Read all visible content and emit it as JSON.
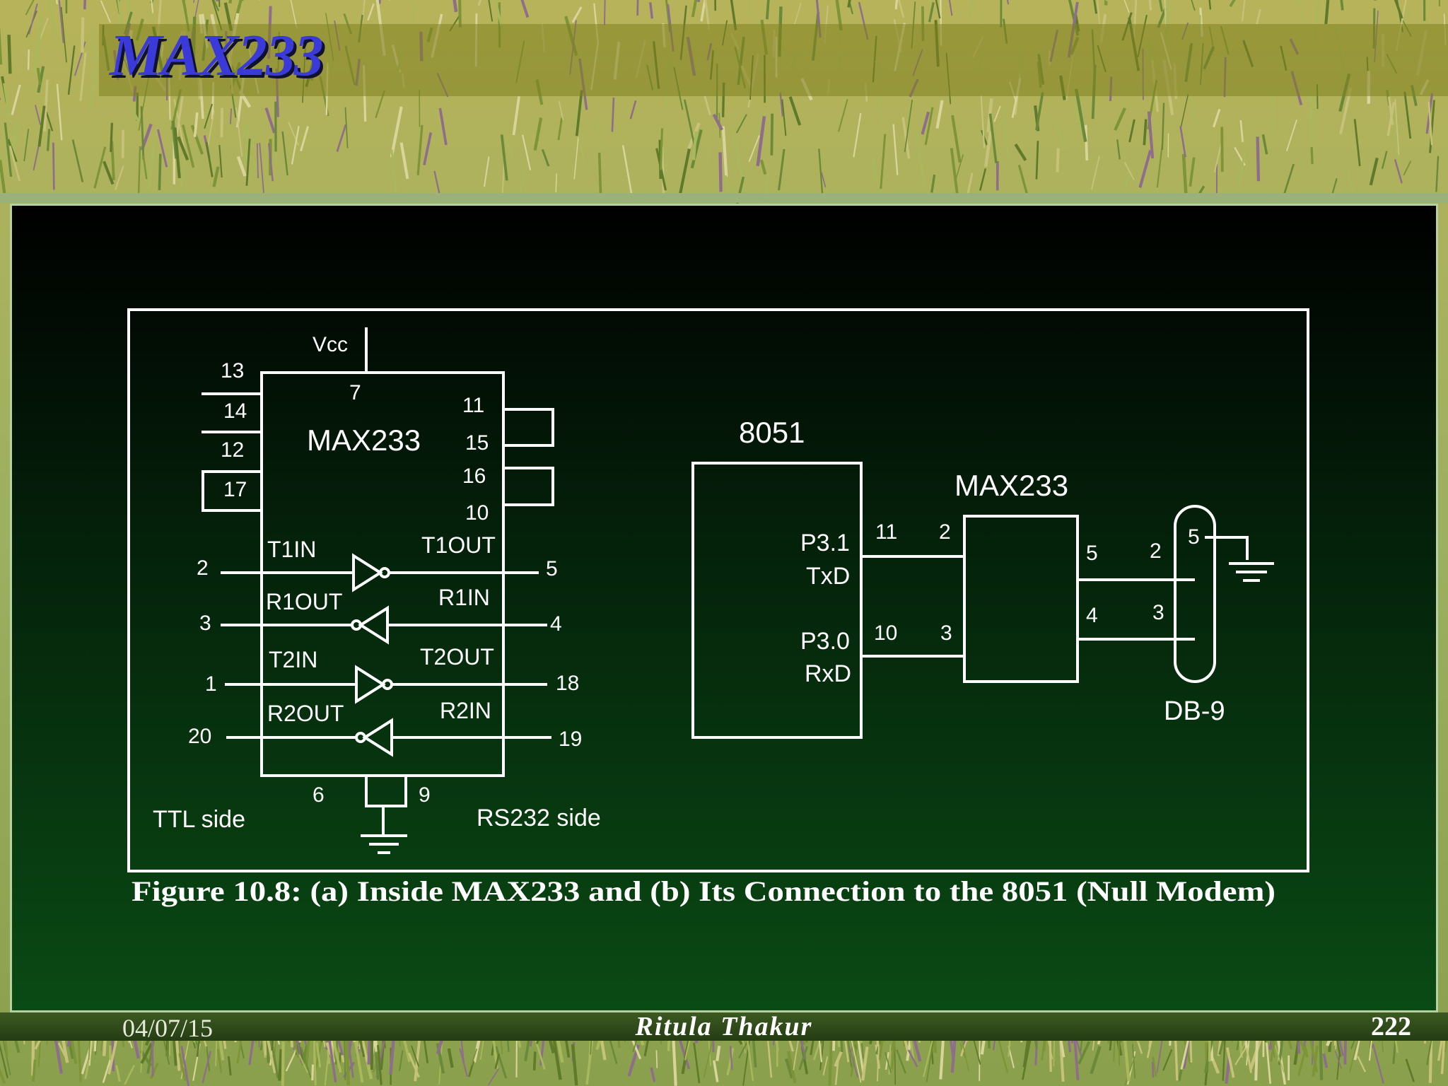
{
  "slide": {
    "title": "MAX233",
    "footer_date": "04/07/15",
    "footer_author": "Ritula Thakur",
    "footer_page": "222"
  },
  "figure": {
    "caption": "Figure 10.8: (a) Inside MAX233 and (b) Its Connection to the 8051 (Null Modem)",
    "part_a": {
      "vcc": "Vcc",
      "chip_label": "MAX233",
      "pin7": "7",
      "left_pins": [
        "13",
        "14",
        "12",
        "17"
      ],
      "right_pins": [
        "11",
        "15",
        "16",
        "10"
      ],
      "t1in": "T1IN",
      "t1out": "T1OUT",
      "r1out": "R1OUT",
      "r1in": "R1IN",
      "t2in": "T2IN",
      "t2out": "T2OUT",
      "r2out": "R2OUT",
      "r2in": "R2IN",
      "pin2": "2",
      "pin5": "5",
      "pin3": "3",
      "pin4": "4",
      "pin1": "1",
      "pin18": "18",
      "pin20": "20",
      "pin19": "19",
      "pin6": "6",
      "pin9": "9",
      "ttl_side": "TTL side",
      "rs232_side": "RS232 side"
    },
    "part_b": {
      "mcu_label": "8051",
      "p31": "P3.1",
      "txd": "TxD",
      "p30": "P3.0",
      "rxd": "RxD",
      "max_label": "MAX233",
      "pin11": "11",
      "pin2": "2",
      "pin10": "10",
      "pin3": "3",
      "pin5": "5",
      "pin4": "4",
      "db_pin2": "2",
      "db_pin3": "3",
      "db_pin5": "5",
      "db9_label": "DB-9"
    }
  }
}
